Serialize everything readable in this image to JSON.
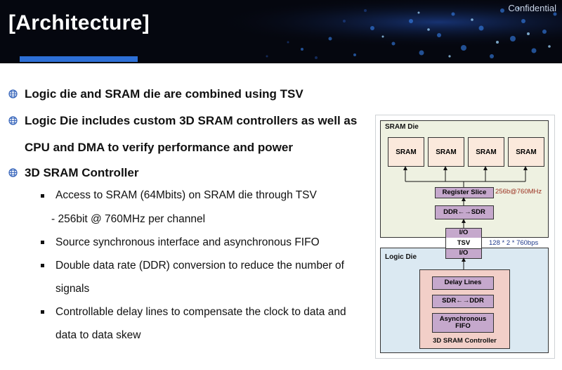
{
  "header": {
    "title": "[Architecture]",
    "confidential": "Confidential"
  },
  "bullets": {
    "b1": "Logic die and SRAM die are combined using TSV",
    "b2_line1": "Logic Die includes custom 3D SRAM controllers as well as",
    "b2_line2": "CPU and DMA to verify performance and power",
    "b3": "3D SRAM Controller",
    "sub1": "Access to SRAM (64Mbits) on SRAM die through TSV",
    "sub1_detail": "- 256bit @ 760MHz per channel",
    "sub2": "Source synchronous interface and asynchronous FIFO",
    "sub3_line1": "Double data rate (DDR) conversion to reduce the number of",
    "sub3_line2": "signals",
    "sub4_line1": "Controllable delay lines to compensate the clock to data and",
    "sub4_line2": "data to data skew"
  },
  "diagram": {
    "sram_die_label": "SRAM Die",
    "sram_blocks": [
      "SRAM",
      "SRAM",
      "SRAM",
      "SRAM"
    ],
    "register_slice": "Register Slice",
    "register_note": "256b@760MHz",
    "ddr_sdr": "DDR←→SDR",
    "io_top": "I/O",
    "tsv": "TSV",
    "io_bottom": "I/O",
    "tsv_note": "128 * 2 * 760bps",
    "logic_die_label": "Logic Die",
    "delay_lines": "Delay Lines",
    "sdr_ddr": "SDR←→DDR",
    "async_fifo_line1": "Asynchronous",
    "async_fifo_line2": "FIFO",
    "controller_label": "3D SRAM Controller"
  },
  "colors": {
    "header_bg": "#05070f",
    "accent_bar": "#2d6fd6",
    "sram_die_bg": "#eef1e1",
    "logic_die_bg": "#dbe9f2",
    "controller_bg": "#f2cfc8",
    "block_bg": "#c5a8cc",
    "sram_bg": "#fbe9dc",
    "register_note": "#9a2e1e",
    "tsv_note": "#1f3a8a"
  }
}
